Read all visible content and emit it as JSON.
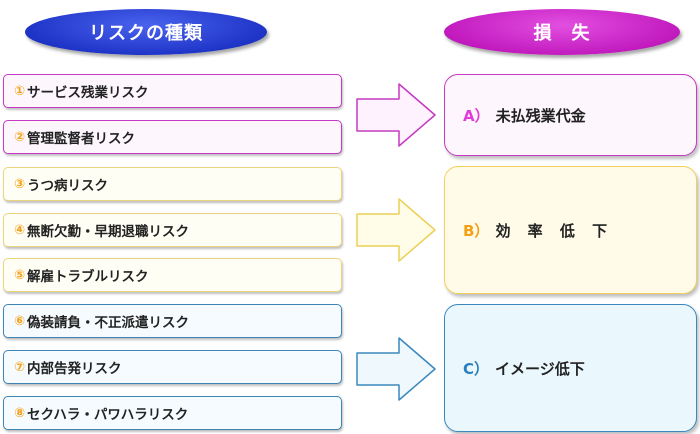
{
  "headers": {
    "risk_types": "リスクの種類",
    "loss": "損　失"
  },
  "risks": [
    {
      "num": "①",
      "label": "サービス残業リスク"
    },
    {
      "num": "②",
      "label": "管理監督者リスク"
    },
    {
      "num": "③",
      "label": "うつ病リスク"
    },
    {
      "num": "④",
      "label": "無断欠勤・早期退職リスク"
    },
    {
      "num": "⑤",
      "label": "解雇トラブルリスク"
    },
    {
      "num": "⑥",
      "label": "偽装請負・不正派遣リスク"
    },
    {
      "num": "⑦",
      "label": "内部告発リスク"
    },
    {
      "num": "⑧",
      "label": "セクハラ・パワハラリスク"
    }
  ],
  "losses": [
    {
      "letter": "A）",
      "label": "未払残業代金"
    },
    {
      "letter": "B）",
      "label": "効 率 低 下"
    },
    {
      "letter": "C）",
      "label": "イメージ低下"
    }
  ],
  "colors": {
    "group_a": "#c53ac2",
    "group_b": "#ecd57c",
    "group_c": "#3f84b4",
    "header_risk": "#1f35c8",
    "header_loss": "#c21bbf",
    "number_color": "#f5a21b"
  }
}
